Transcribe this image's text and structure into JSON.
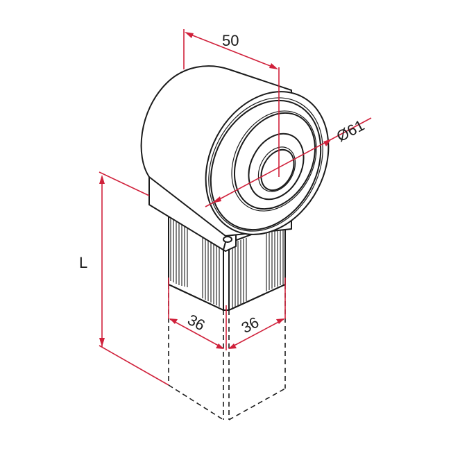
{
  "drawing": {
    "type": "isometric technical dimension drawing",
    "subject": "round cylindrical end cap on square post",
    "colors": {
      "outline": "#1a1a1a",
      "dimension": "#d0213b",
      "background": "#ffffff"
    },
    "dimensions": {
      "depth": "50",
      "diameter": "Ø61",
      "width_left": "36",
      "width_right": "36",
      "length": "L"
    }
  }
}
